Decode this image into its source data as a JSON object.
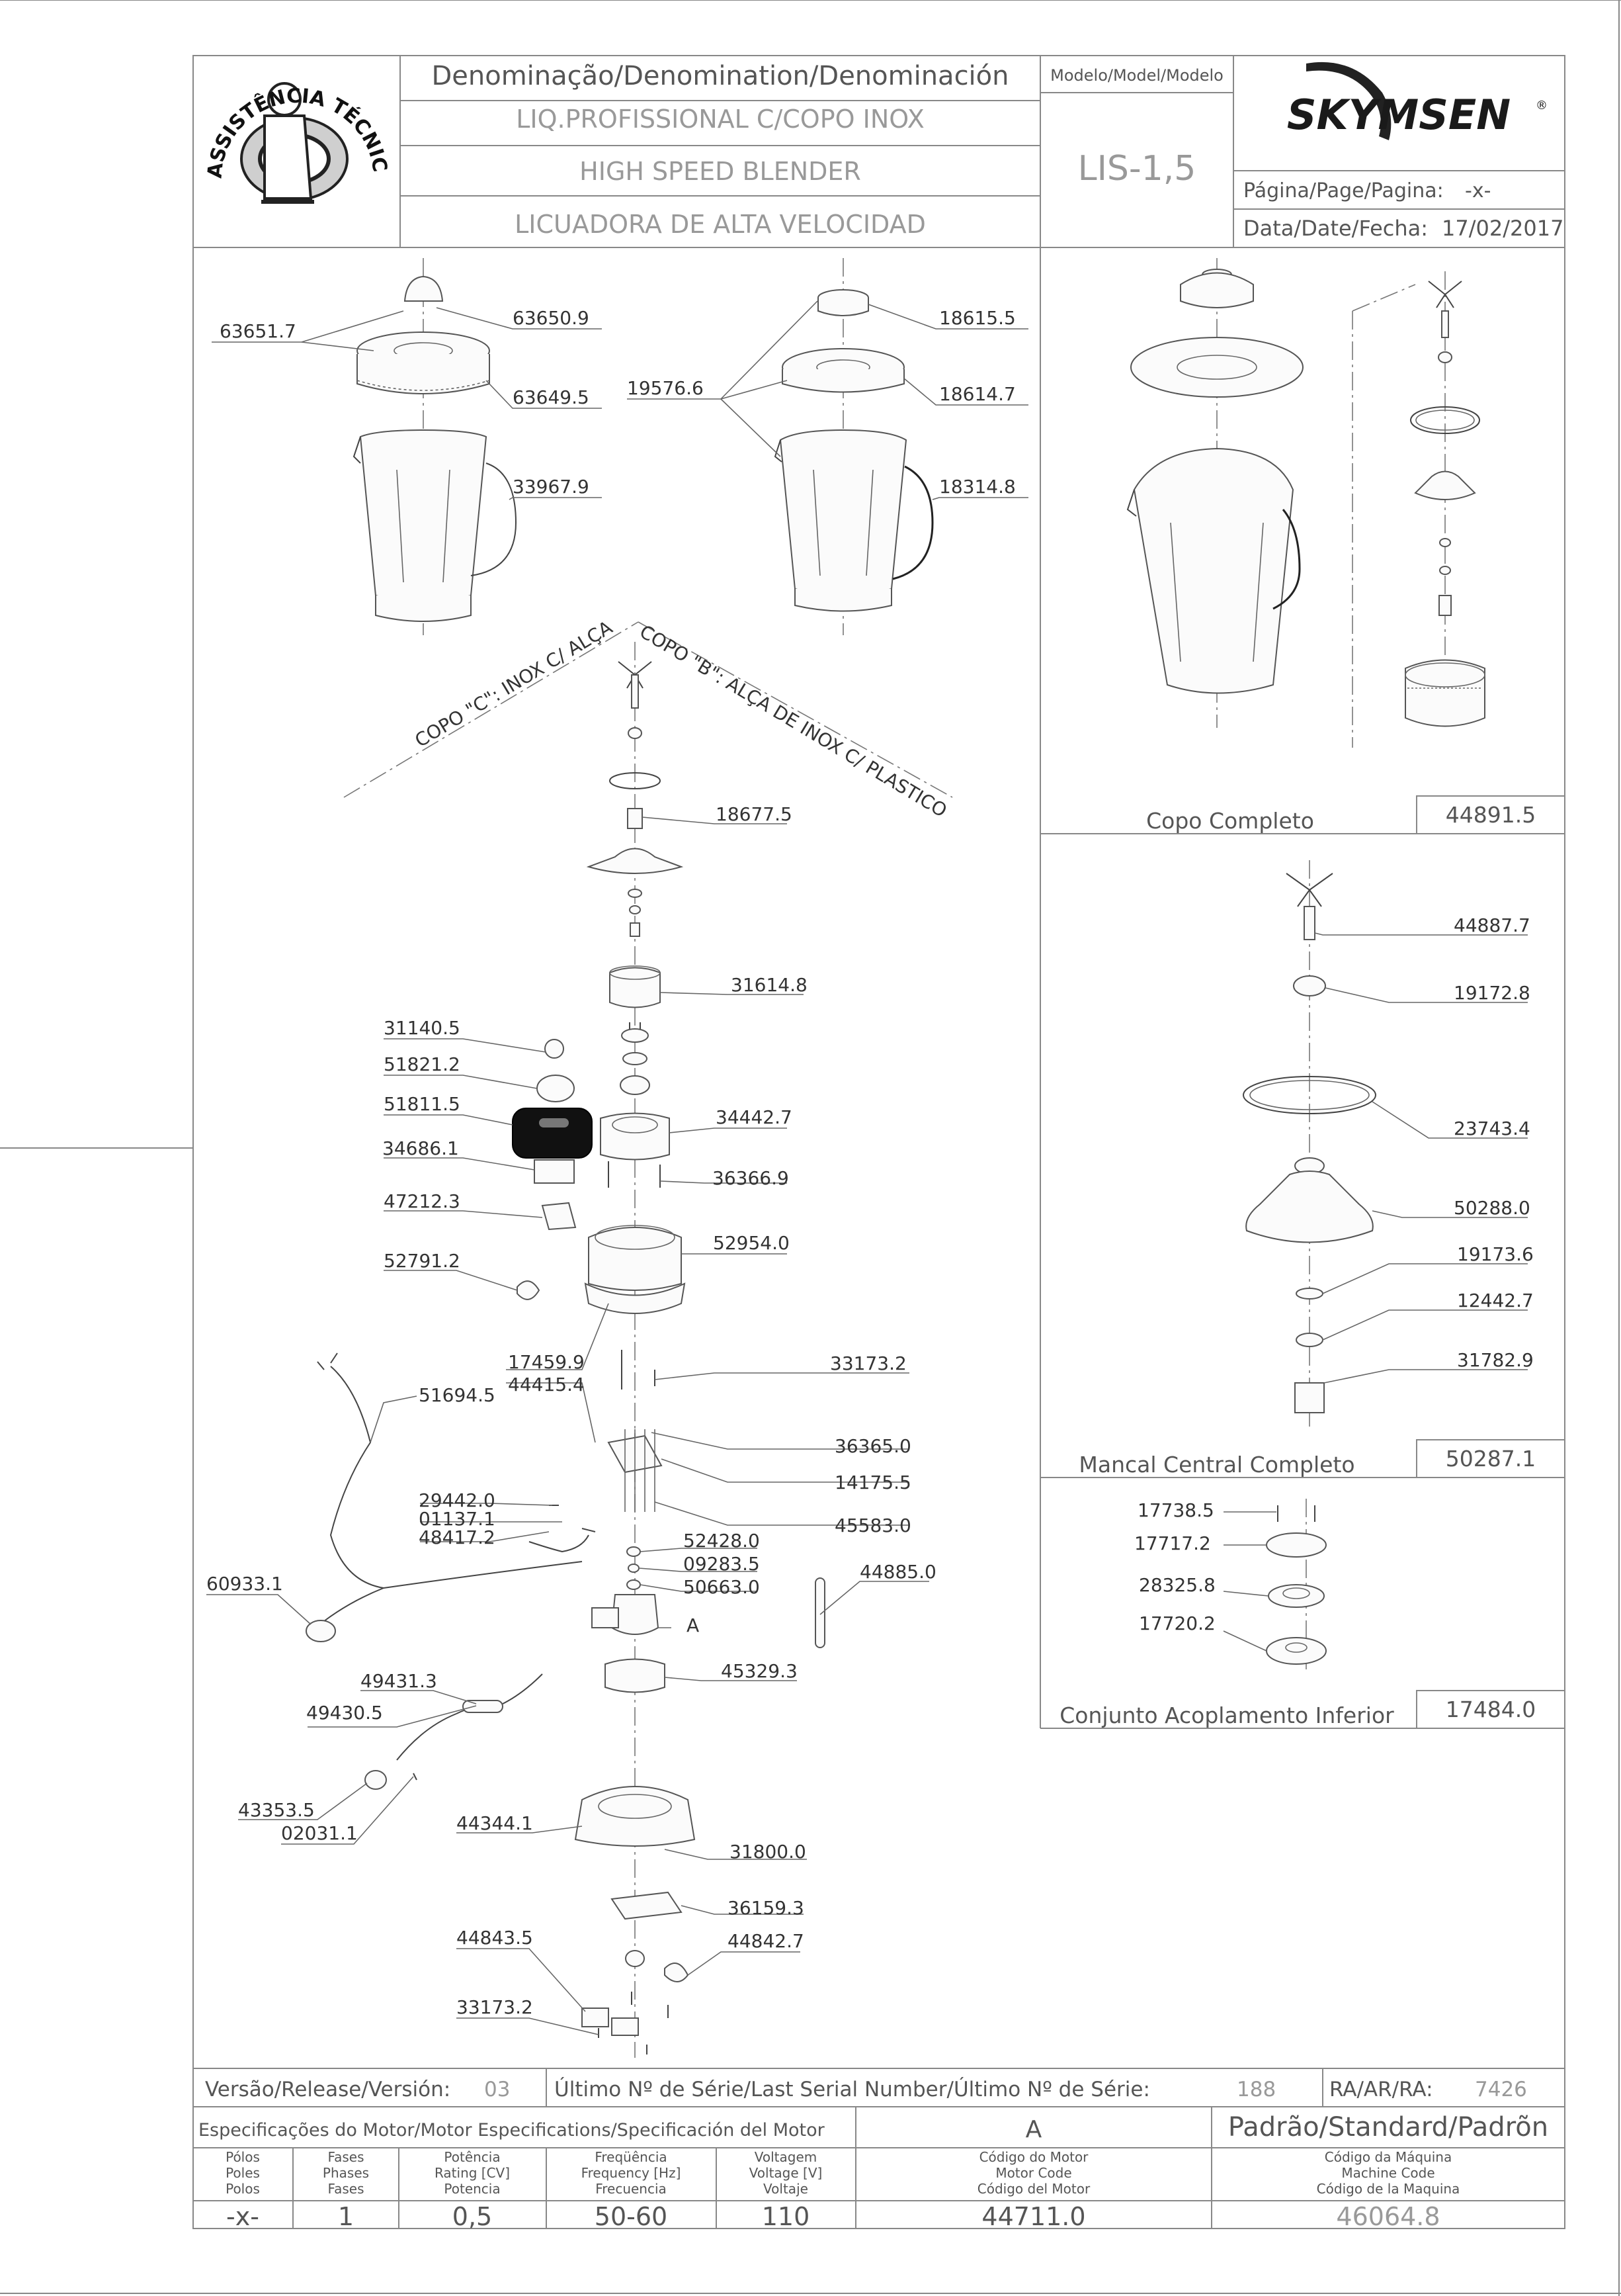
{
  "header": {
    "denomination_label": "Denominação/Denomination/Denominación",
    "name_pt": "LIQ.PROFISSIONAL C/COPO INOX",
    "name_en": "HIGH SPEED BLENDER",
    "name_es": "LICUADORA DE ALTA VELOCIDAD",
    "model_label": "Modelo/Model/Modelo",
    "model_value": "LIS-1,5",
    "brand": "SKYMSEN",
    "brand_mark": "®",
    "page_label": "Página/Page/Pagina:",
    "page_value": "-x-",
    "date_label": "Data/Date/Fecha:",
    "date_value": "17/02/2017",
    "seal": {
      "top_text": "ASSISTÊNCIA TÉCNICA AUTORIZADA"
    }
  },
  "main_labels": {
    "l63651_7": "63651.7",
    "l63650_9": "63650.9",
    "l63649_5": "63649.5",
    "l33967_9": "33967.9",
    "l19576_6": "19576.6",
    "l18615_5": "18615.5",
    "l18614_7": "18614.7",
    "l18314_8": "18314.8",
    "l18677_5": "18677.5",
    "l31614_8": "31614.8",
    "l31140_5": "31140.5",
    "l51821_2": "51821.2",
    "l51811_5": "51811.5",
    "l34686_1": "34686.1",
    "l34442_7": "34442.7",
    "l36366_9": "36366.9",
    "l47212_3": "47212.3",
    "l52954_0": "52954.0",
    "l52791_2": "52791.2",
    "l17459_9": "17459.9",
    "l44415_4": "44415.4",
    "l33173_2a": "33173.2",
    "l51694_5": "51694.5",
    "l36365_0": "36365.0",
    "l14175_5": "14175.5",
    "l45583_0": "45583.0",
    "l29442_0": "29442.0",
    "l01137_1": "01137.1",
    "l48417_2": "48417.2",
    "l52428_0": "52428.0",
    "l09283_5": "09283.5",
    "l50663_0": "50663.0",
    "l44885_0": "44885.0",
    "l60933_1": "60933.1",
    "motor_letter": "A",
    "l49431_3": "49431.3",
    "l49430_5": "49430.5",
    "l45329_3": "45329.3",
    "l43353_5": "43353.5",
    "l02031_1": "02031.1",
    "l44344_1": "44344.1",
    "l31800_0": "31800.0",
    "l36159_3": "36159.3",
    "l44843_5": "44843.5",
    "l44842_7": "44842.7",
    "l33173_2b": "33173.2",
    "copo_c": "COPO \"C\": INOX C/ ALÇA",
    "copo_b": "COPO \"B\": ALÇA DE INOX C/ PLASTICO"
  },
  "panels": {
    "copo": {
      "title": "Copo Completo",
      "code": "44891.5"
    },
    "mancal": {
      "title": "Mancal Central Completo",
      "code": "50287.1",
      "labels": {
        "a": "44887.7",
        "b": "19172.8",
        "c": "23743.4",
        "d": "50288.0",
        "e": "19173.6",
        "f": "12442.7",
        "g": "31782.9"
      }
    },
    "acoplamento": {
      "title": "Conjunto Acoplamento Inferior",
      "code": "17484.0",
      "labels": {
        "a": "17738.5",
        "b": "17717.2",
        "c": "28325.8",
        "d": "17720.2"
      }
    }
  },
  "footer": {
    "version_label": "Versão/Release/Versión:",
    "version_value": "03",
    "serial_label": "Último Nº de Série/Last Serial Number/Último Nº de Série:",
    "serial_value": "188",
    "ra_label": "RA/AR/RA:",
    "ra_value": "7426",
    "motor_spec_label": "Especificações do Motor/Motor Especifications/Specificación del Motor",
    "motor_col_value": "A",
    "standard_label": "Padrão/Standard/Padrõn",
    "columns": [
      {
        "l1": "Pólos",
        "l2": "Poles",
        "l3": "Polos",
        "value": "-x-"
      },
      {
        "l1": "Fases",
        "l2": "Phases",
        "l3": "Fases",
        "value": "1"
      },
      {
        "l1": "Potência",
        "l2": "Rating [CV]",
        "l3": "Potencia",
        "value": "0,5"
      },
      {
        "l1": "Freqüência",
        "l2": "Frequency [Hz]",
        "l3": "Frecuencia",
        "value": "50-60"
      },
      {
        "l1": "Voltagem",
        "l2": "Voltage [V]",
        "l3": "Voltaje",
        "value": "110"
      },
      {
        "l1": "Código do Motor",
        "l2": "Motor Code",
        "l3": "Código del Motor",
        "value": "44711.0"
      },
      {
        "l1": "Código da Máquina",
        "l2": "Machine Code",
        "l3": "Código de la Maquina",
        "value": "46064.8"
      }
    ]
  }
}
